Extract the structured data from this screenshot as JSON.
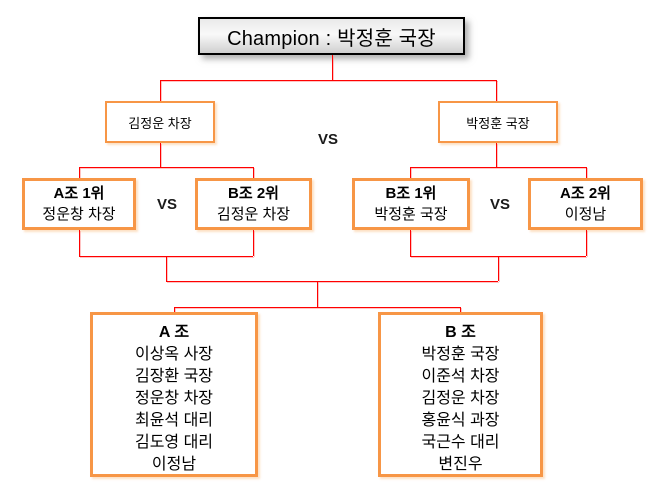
{
  "diagram": {
    "champion": {
      "label": "Champion : 박정훈 국장"
    },
    "vs_label": "VS",
    "final": {
      "left": {
        "name": "김정운 차장"
      },
      "right": {
        "name": "박정훈 국장"
      }
    },
    "semifinals": {
      "left": {
        "slot1": {
          "seed": "A조 1위",
          "name": "정운창 차장"
        },
        "slot2": {
          "seed": "B조 2위",
          "name": "김정운 차장"
        }
      },
      "right": {
        "slot1": {
          "seed": "B조 1위",
          "name": "박정훈 국장"
        },
        "slot2": {
          "seed": "A조 2위",
          "name": "이정남"
        }
      }
    },
    "groups": {
      "a": {
        "title": "A 조",
        "members": [
          "이상옥 사장",
          "김장환 국장",
          "정운창 차장",
          "최윤석 대리",
          "김도영 대리",
          "이정남"
        ]
      },
      "b": {
        "title": "B 조",
        "members": [
          "박정훈 국장",
          "이준석 차장",
          "김정운 차장",
          "홍윤식 과장",
          "국근수 대리",
          "변진우"
        ]
      }
    },
    "colors": {
      "accent_orange": "#f79646",
      "connector_red": "#ff0000",
      "champion_border": "#000000"
    }
  }
}
